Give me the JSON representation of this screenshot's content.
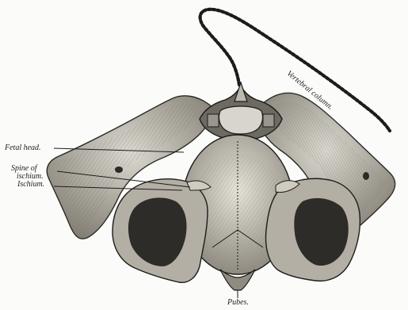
{
  "labels": {
    "fetal_head": "Fetal head.",
    "spine_of_ischium_line1": "Spine of",
    "spine_of_ischium_line2": "ischium.",
    "ischium": "Ischium.",
    "vertebral_column": "Vertebral column.",
    "pubes": "Pubes."
  },
  "colors": {
    "ink": "#1c1c1c",
    "bone_light": "#d8d5cc",
    "bone_mid": "#a8a49a",
    "bone_dark": "#4a4842",
    "background": "#fbfbf9"
  }
}
